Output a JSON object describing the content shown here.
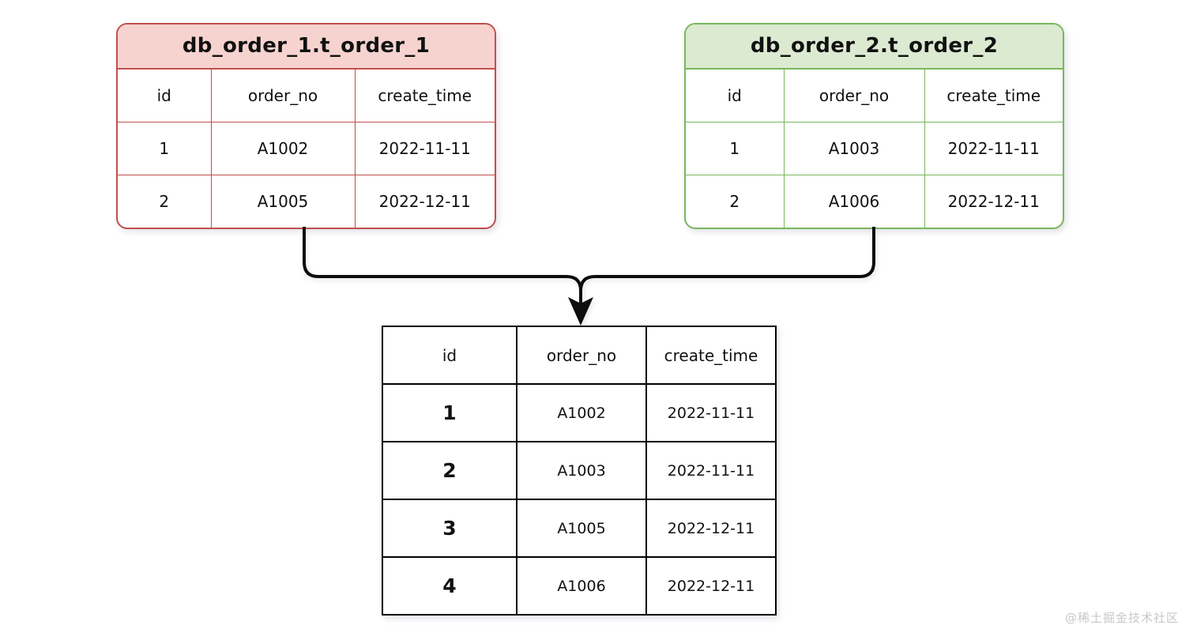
{
  "diagram": {
    "watermark": "@稀土掘金技术社区",
    "colors": {
      "red_border": "#c0504d",
      "red_header_fill": "#f6d3cf",
      "green_border": "#78b75c",
      "green_header_fill": "#dbead1",
      "result_border": "#000000",
      "connector": "#111111",
      "background": "#ffffff",
      "watermark_text": "#c8c8c8"
    },
    "arrow": {
      "icon": "arrow-down-icon",
      "direction": "down",
      "label": ""
    }
  },
  "source_tables": [
    {
      "id": "t_order_1",
      "title": "db_order_1.t_order_1",
      "variant": "red",
      "columns": [
        "id",
        "order_no",
        "create_time"
      ],
      "rows": [
        [
          "1",
          "A1002",
          "2022-11-11"
        ],
        [
          "2",
          "A1005",
          "2022-12-11"
        ]
      ]
    },
    {
      "id": "t_order_2",
      "title": "db_order_2.t_order_2",
      "variant": "green",
      "columns": [
        "id",
        "order_no",
        "create_time"
      ],
      "rows": [
        [
          "1",
          "A1003",
          "2022-11-11"
        ],
        [
          "2",
          "A1006",
          "2022-12-11"
        ]
      ]
    }
  ],
  "result_table": {
    "id": "merged_result",
    "columns": [
      "id",
      "order_no",
      "create_time"
    ],
    "rows": [
      [
        "1",
        "A1002",
        "2022-11-11"
      ],
      [
        "2",
        "A1003",
        "2022-11-11"
      ],
      [
        "3",
        "A1005",
        "2022-12-11"
      ],
      [
        "4",
        "A1006",
        "2022-12-11"
      ]
    ]
  }
}
